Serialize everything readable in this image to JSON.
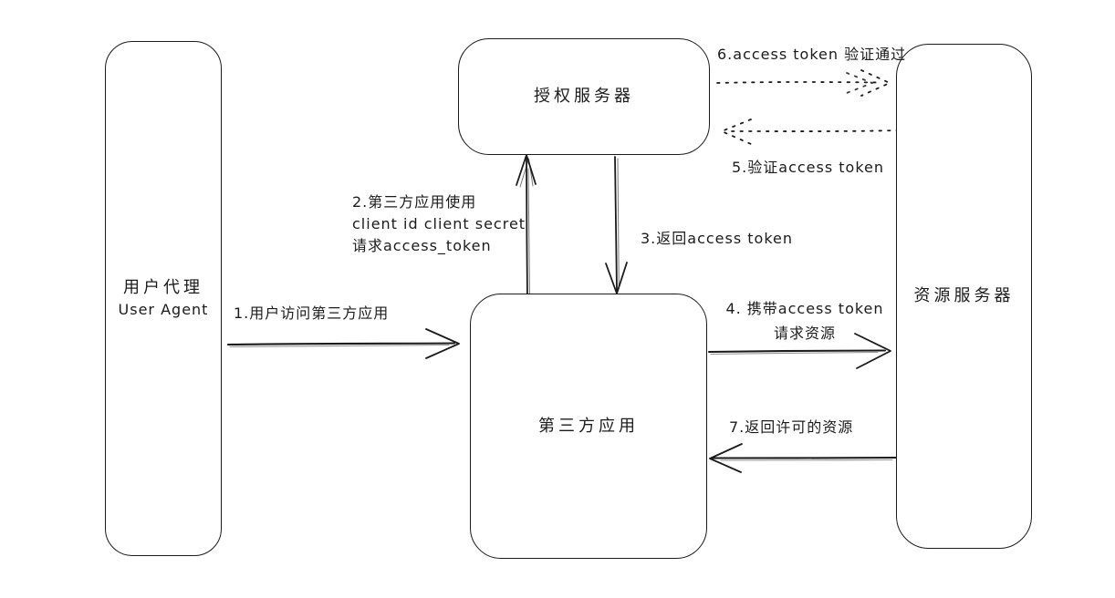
{
  "diagram": {
    "type": "flow-diagram",
    "topic": "OAuth access token flow",
    "colors": {
      "stroke": "#1b1b1b",
      "background": "#ffffff"
    }
  },
  "nodes": {
    "user_agent": {
      "line1": "用户代理",
      "line2": "User Agent"
    },
    "auth_server": {
      "label": "授权服务器"
    },
    "third_party": {
      "label": "第三方应用"
    },
    "resource_server": {
      "label": "资源服务器"
    }
  },
  "edges": {
    "e1": {
      "label": "1.用户访问第三方应用"
    },
    "e2": {
      "line1": "2.第三方应用使用",
      "line2": "client id client secret",
      "line3": "请求access_token"
    },
    "e3": {
      "label": "3.返回access token"
    },
    "e4": {
      "line1": "4. 携带access token",
      "line2": "请求资源"
    },
    "e5": {
      "label": "5.验证access token"
    },
    "e6": {
      "label": "6.access token 验证通过"
    },
    "e7": {
      "label": "7.返回许可的资源"
    }
  }
}
